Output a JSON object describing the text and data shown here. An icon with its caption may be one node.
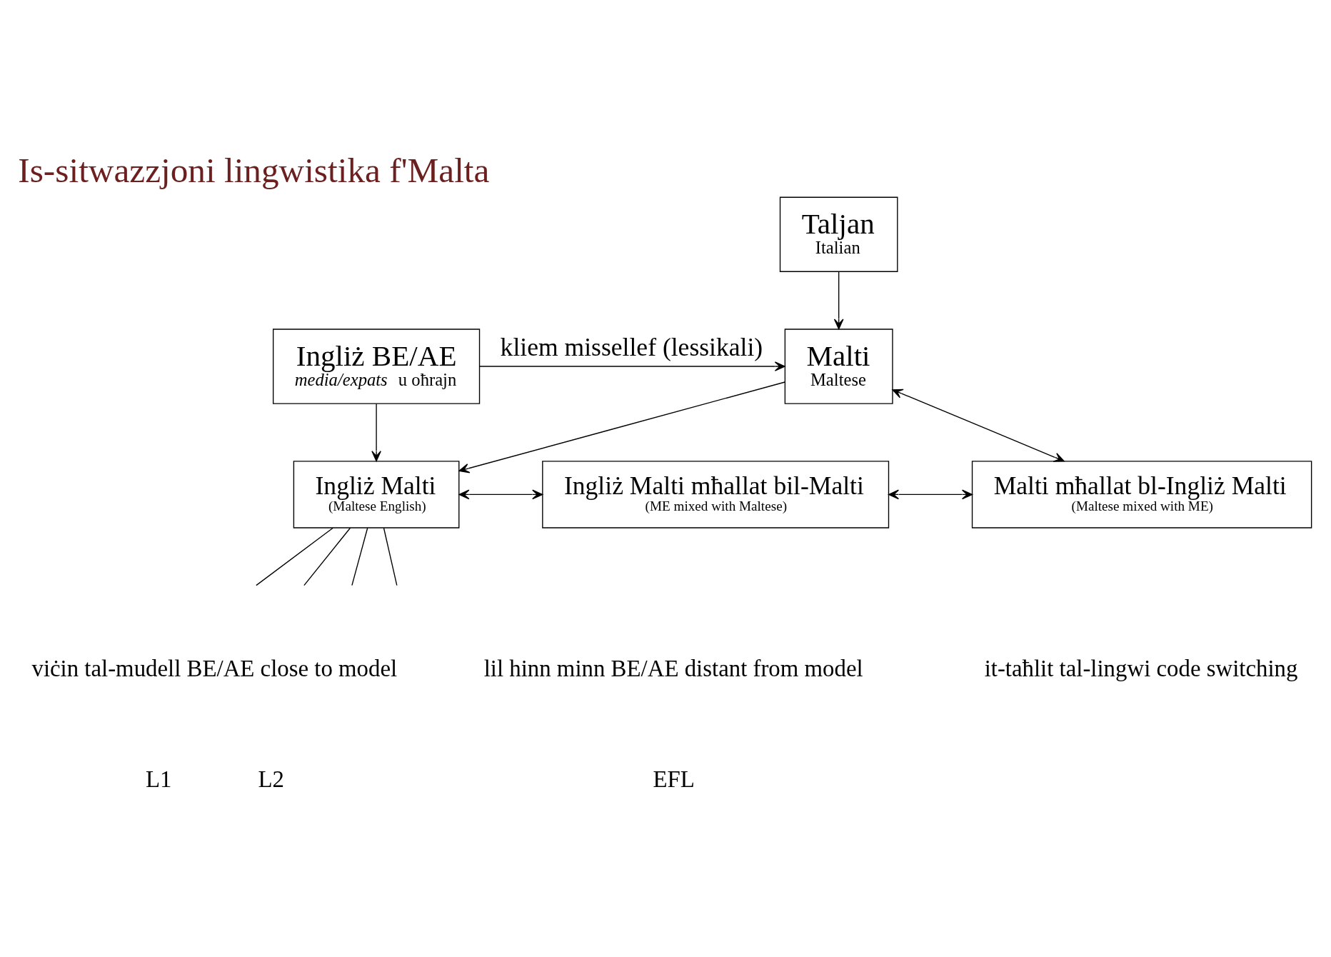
{
  "diagram": {
    "title": "Is-sitwazzjoni lingwistika f'Malta",
    "nodes": [
      {
        "text": [
          "Taljan",
          "Italian"
        ]
      },
      {
        "text": [
          "Ingliż BE/AE",
          "*media/expats* u oħrajn"
        ]
      },
      {
        "text": [
          "Malti",
          "Maltese"
        ]
      },
      {
        "text": [
          "Ingliż Malti",
          "(Maltese English)"
        ]
      },
      {
        "text": [
          "Ingliż Malti mħallat bil-Malti",
          "(ME mixed with Maltese)"
        ]
      },
      {
        "text": [
          "Malti mħallat bl-Ingliż Malti",
          "(Maltese mixed with ME)"
        ]
      }
    ],
    "edges": [
      {
        "from": 0,
        "to": 2,
        "arrow": "to"
      },
      {
        "from": 1,
        "to": 2,
        "arrow": "to",
        "label": "kliem missellef (lessikali)"
      },
      {
        "from": 1,
        "to": 3,
        "arrow": "to"
      },
      {
        "from": 2,
        "to": 3,
        "arrow": "to"
      },
      {
        "from": 3,
        "to": 4,
        "arrow": "both"
      },
      {
        "from": 4,
        "to": 5,
        "arrow": "both"
      },
      {
        "from": 2,
        "to": 5,
        "arrow": "both"
      },
      {
        "from": 3,
        "to": null,
        "arrow": "none"
      },
      {
        "from": 3,
        "to": null,
        "arrow": "none"
      },
      {
        "from": 3,
        "to": null,
        "arrow": "none"
      },
      {
        "from": 3,
        "to": null,
        "arrow": "none"
      }
    ],
    "labels": [
      "viċin tal-mudell BE/AE close to model",
      "lil hinn minn BE/AE distant from model",
      "it-taħlit tal-lingwi code switching",
      "L1",
      "L2",
      "EFL"
    ]
  }
}
